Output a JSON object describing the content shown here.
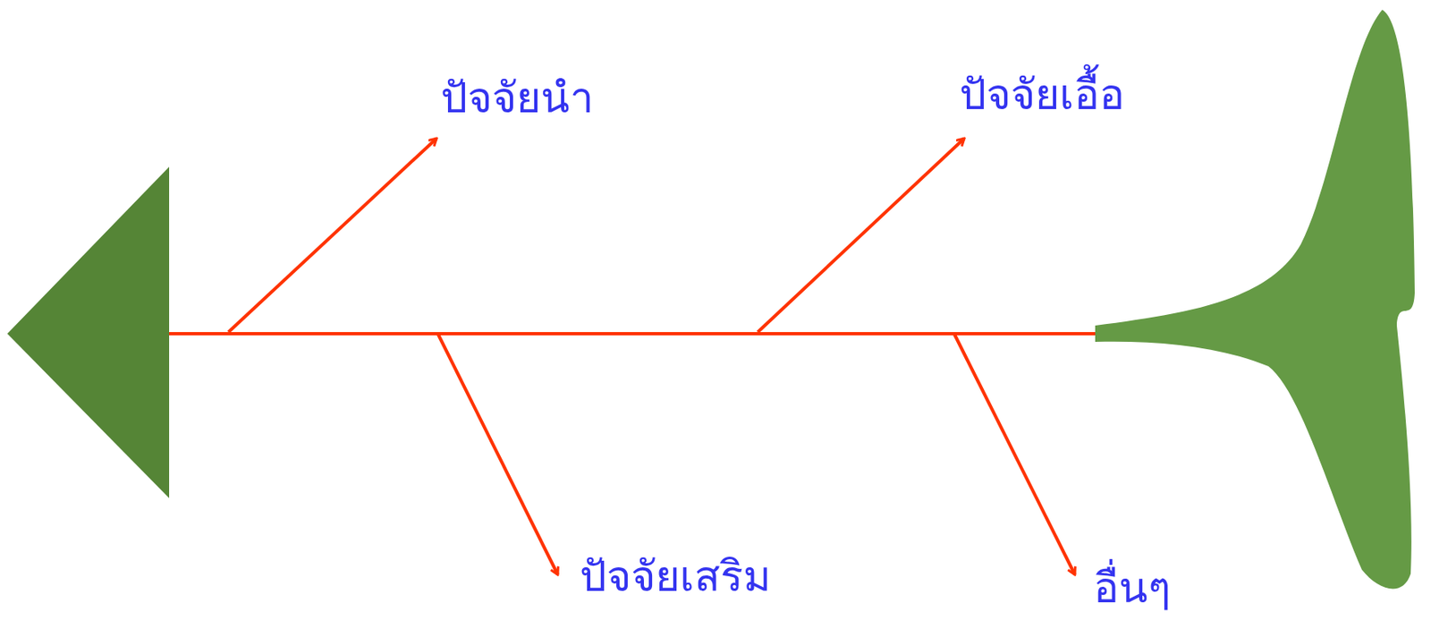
{
  "diagram": {
    "labels": [
      "ปัจจัยนำ",
      "ปัจจัยเอื้อ",
      "ปัจจัยเสริม",
      "อื่นๆ"
    ]
  }
}
